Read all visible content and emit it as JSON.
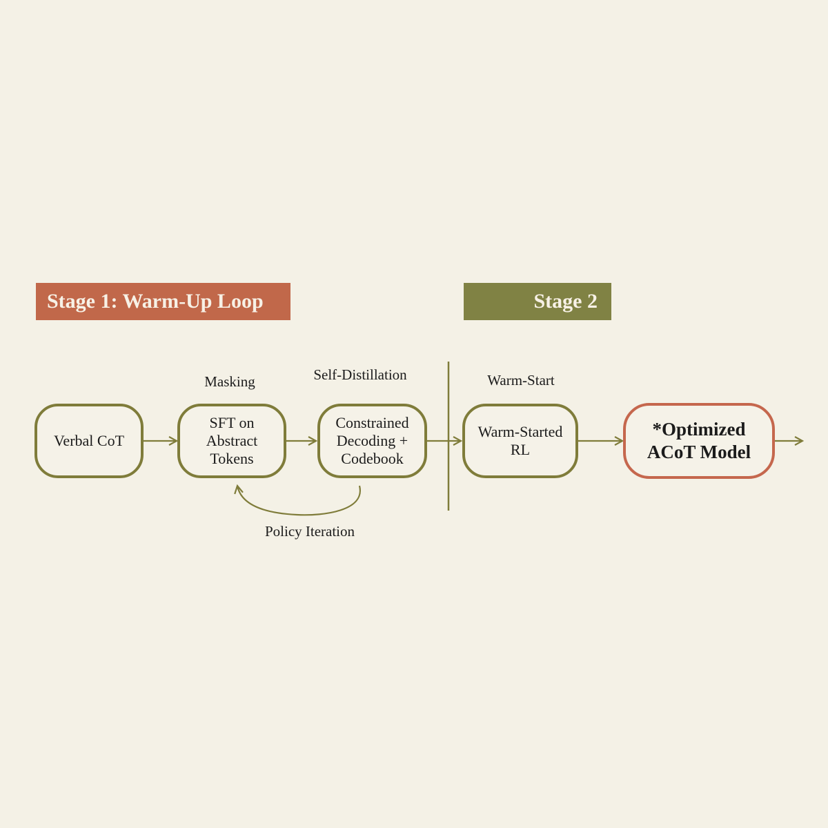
{
  "stages": {
    "stage1": {
      "label": "Stage 1: Warm-Up Loop",
      "color": "#c1684a"
    },
    "stage2": {
      "label": "Stage 2",
      "color": "#808244"
    }
  },
  "nodes": [
    {
      "id": "verbal-cot",
      "label": "Verbal CoT"
    },
    {
      "id": "sft",
      "label": "SFT on\nAbstract\nTokens"
    },
    {
      "id": "constrained",
      "label": "Constrained\nDecoding +\nCodebook"
    },
    {
      "id": "warm-rl",
      "label": "Warm-Started\nRL"
    },
    {
      "id": "final",
      "label": "*Optimized\nACoT Model"
    }
  ],
  "annotations": {
    "masking": "Masking",
    "self_distillation": "Self-Distillation",
    "warm_start": "Warm-Start",
    "policy_iteration": "Policy Iteration"
  },
  "colors": {
    "node_border": "#7f7c3a",
    "final_border": "#c5674d",
    "background": "#f4f1e6"
  }
}
